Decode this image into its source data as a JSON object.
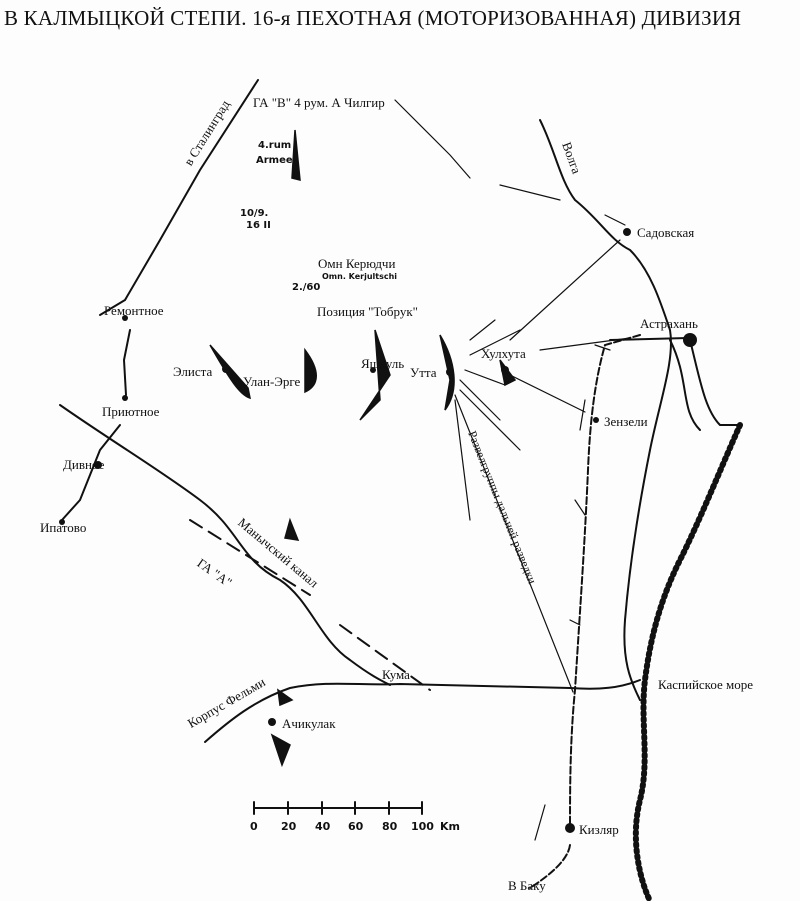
{
  "title": "В КАЛМЫЦКОЙ СТЕПИ. 16-я ПЕХОТНАЯ (МОТОРИЗОВАННАЯ) ДИВИЗИЯ",
  "labels": {
    "ga_b": "ГА \"В\" 4 рум. А Чилгир",
    "stalingrad": "в Сталинград",
    "rum_army_1": "4.rum",
    "rum_army_2": "Armee",
    "div_1": "10/9.",
    "div_2": "16 II",
    "omn_keryudchi": "Омн Керюдчи",
    "omn_hand": "Omn. Kerjultschi",
    "omn_div": "2./60",
    "tobruk": "Позиция \"Тобрук\"",
    "remontnoe": "Ремонтное",
    "elista": "Элиста",
    "ulan_erge": "Улан-Эрге",
    "yashkul": "Яшкуль",
    "utta": "Утта",
    "khulkhuta": "Хулхута",
    "sadovskaya": "Садовская",
    "astrakhan": "Астрахань",
    "zenzeli": "Зензели",
    "volga": "Волга",
    "priyutnoe": "Приютное",
    "divnoe": "Дивное",
    "ipatovo": "Ипатово",
    "manych": "Манычский канал",
    "ga_a": "ГА \"А\"",
    "recon": "Развелгруппы дальней разведки",
    "kuma": "Кума",
    "felmi": "Корпус Фельми",
    "achikulak": "Ачикулак",
    "caspian": "Каспийское море",
    "kizlyar": "Кизляр",
    "baku": "В Баку"
  },
  "scale_bar": {
    "ticks": [
      "0",
      "20",
      "40",
      "60",
      "80",
      "100"
    ],
    "unit": "Km"
  }
}
